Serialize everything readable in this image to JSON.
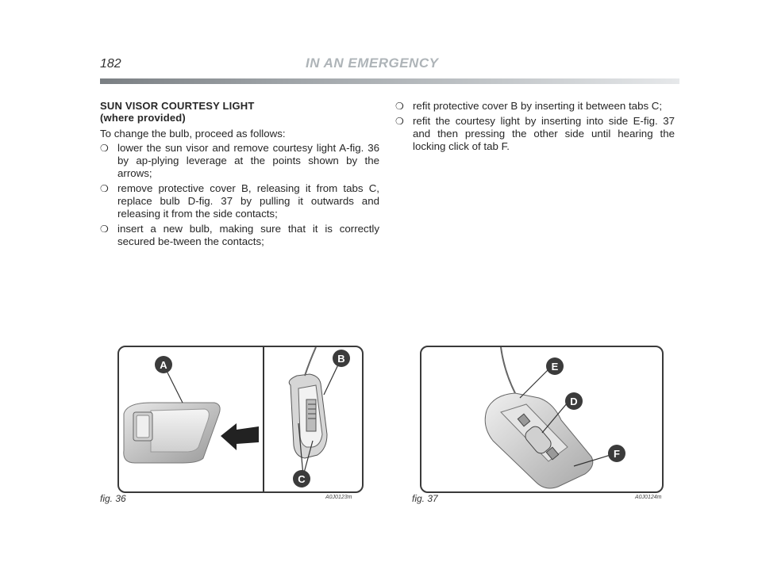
{
  "header": {
    "page_number": "182",
    "section_title": "IN AN EMERGENCY"
  },
  "left_column": {
    "heading_line1": "SUN VISOR COURTESY LIGHT",
    "heading_line2": "(where provided)",
    "intro": "To change the bulb, proceed as follows:",
    "bullets": [
      "lower the sun visor and remove courtesy light A-fig. 36 by ap-plying leverage at the points shown by the arrows;",
      "remove protective cover B, releasing it from tabs C, replace bulb D-fig. 37 by pulling it outwards and releasing it from the side contacts;",
      "insert a new bulb, making sure that it is correctly secured be-tween the contacts;"
    ]
  },
  "right_column": {
    "bullets": [
      "refit protective cover B by inserting it between tabs C;",
      "refit the courtesy light by inserting into side E-fig. 37 and then pressing the other side until hearing the locking click of tab F."
    ]
  },
  "bullet_glyph": "❍",
  "figures": [
    {
      "label": "fig. 36",
      "code": "A0J0123m",
      "callouts": [
        "A",
        "B",
        "C"
      ]
    },
    {
      "label": "fig. 37",
      "code": "A0J0124m",
      "callouts": [
        "E",
        "D",
        "F"
      ]
    }
  ],
  "colors": {
    "callout_fill": "#3b3b3b",
    "header_title": "#aeb4b8",
    "header_bar_dark": "#7a7f83"
  }
}
